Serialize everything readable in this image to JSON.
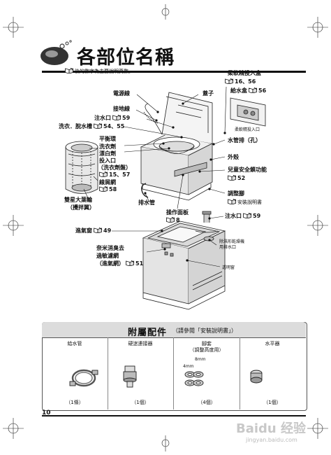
{
  "title": "各部位名稱",
  "note": "後的數字為主要說明頁數。",
  "labels": {
    "softener_inlet": "柔軟精投入盒",
    "softener_pages": "16、56",
    "water_box": "給水盒",
    "water_box_page": "56",
    "softener_inlet2": "柔軟精投入口",
    "power_cord": "電源線",
    "lid": "蓋子",
    "ground_wire": "接地線",
    "water_inlet": "注水口",
    "water_inlet_page": "59",
    "tub": "洗衣．脫水槽",
    "tub_pages": "54、55",
    "balance_ring": "平衡環",
    "detergent": "洗衣劑",
    "bleach": "漂白劑",
    "inlet": "投入口",
    "detergent_box": "（洗衣劑盤）",
    "detergent_pages": "15、57",
    "lint_filter": "線屑網",
    "lint_page": "58",
    "pulsator": "雙星大葉輪",
    "pulsator_sub": "（攪拌翼）",
    "drain_hose_hole": "水管排（孔）",
    "shell": "外殼",
    "child_lock": "兒童安全鎖功能",
    "child_lock_page": "52",
    "leveling_foot": "調整腳",
    "install_manual": "安裝說明書",
    "drain_hose": "排水管",
    "panel": "操作面板",
    "panel_page": "8",
    "water_inlet2": "注水口",
    "water_inlet2_page": "59",
    "vent": "進氣窗",
    "vent_page": "49",
    "dry_inlet": "除濕形乾燥機",
    "dry_inlet2": "用排水口",
    "nano": "奈米消臭去",
    "nano2": "過敏濾網",
    "nano3": "（進氣網）",
    "nano_page": "51",
    "window": "透明窗"
  },
  "accessories": {
    "title": "附屬配件",
    "note": "（請參閱「安裝說明書」）",
    "items": [
      {
        "name": "給水管",
        "sub": "",
        "qty": "（1條）"
      },
      {
        "name": "硬迷連接器",
        "sub": "",
        "qty": "（1個）"
      },
      {
        "name": "腳套",
        "sub": "（調整高度用）",
        "qty": "（4個）",
        "sizes": [
          "8mm",
          "4mm"
        ]
      },
      {
        "name": "水平器",
        "sub": "",
        "qty": "（1個）"
      }
    ]
  },
  "page_number": "10",
  "watermark": {
    "brand": "Baidu 经验",
    "url": "jingyan.baidu.com"
  }
}
